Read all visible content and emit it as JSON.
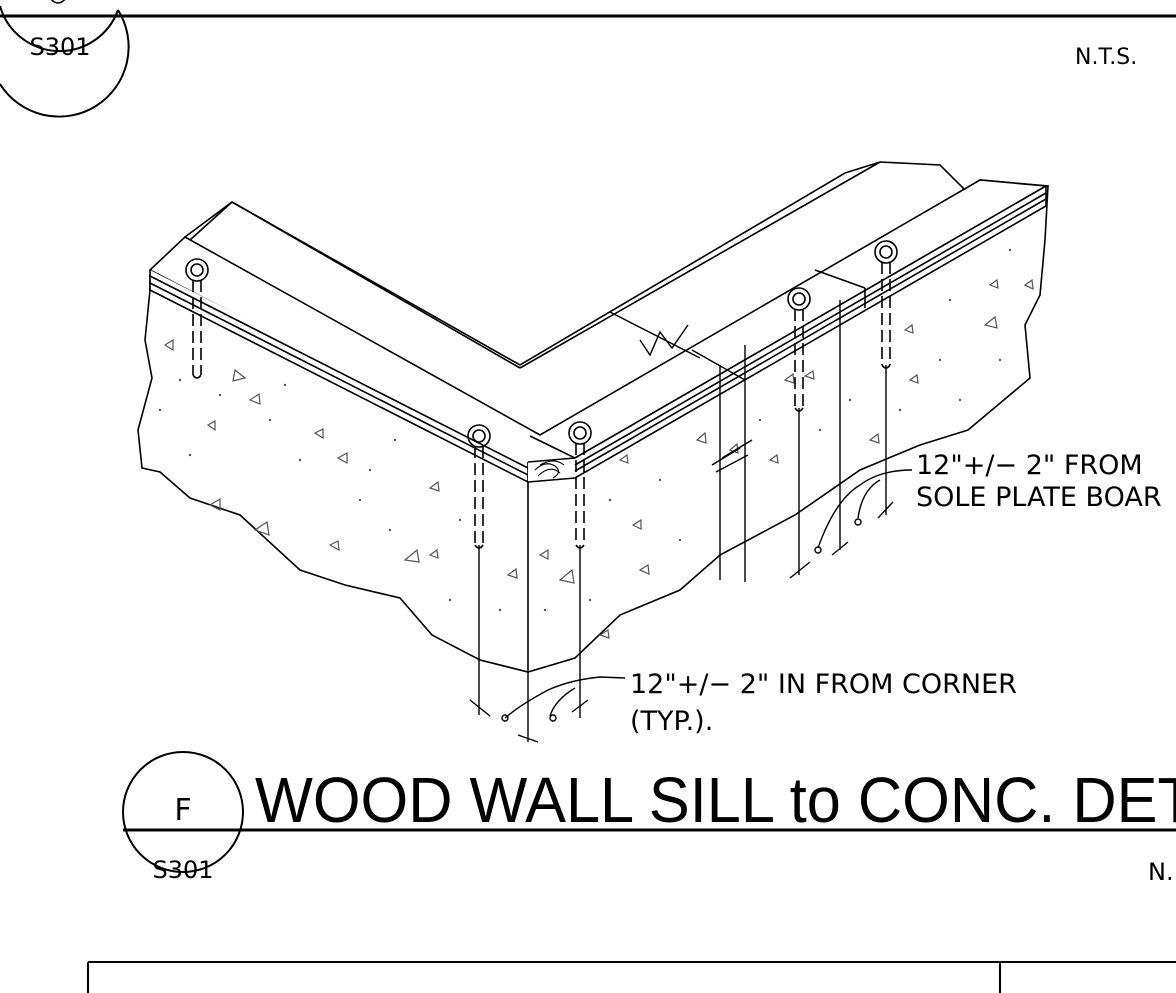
{
  "top_callout": {
    "sheet": "S301",
    "scale": "N.T.S."
  },
  "notes": {
    "sole_plate_line1": "12\"+/−  2\"  FROM",
    "sole_plate_line2": "SOLE  PLATE  BOAR",
    "corner_line1": "12\"+/−  2\"  IN  FROM  CORNER",
    "corner_line2": "(TYP.)."
  },
  "detail": {
    "letter": "F",
    "sheet": "S301",
    "title": "WOOD WALL SILL to CONC. DET",
    "scale": "N."
  },
  "colors": {
    "line": "#000000",
    "aggregate": "#555555"
  }
}
